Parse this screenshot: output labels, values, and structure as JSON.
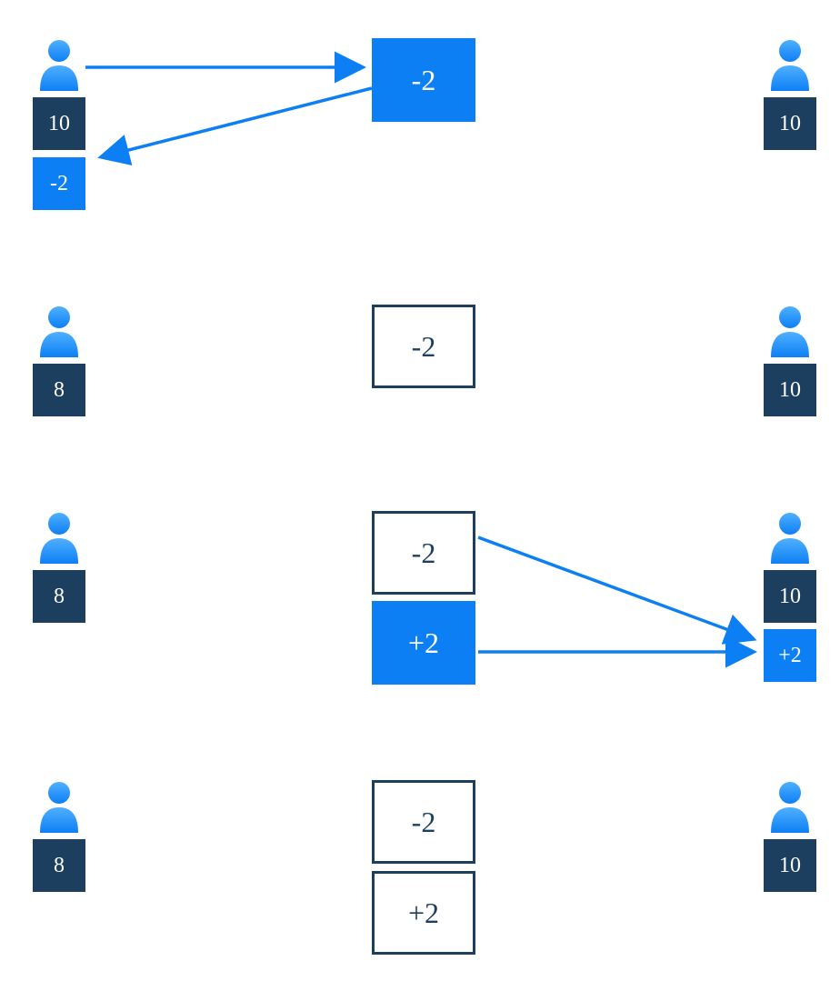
{
  "colors": {
    "accent": "#0d7ff5",
    "dark": "#1c3f5f",
    "background": "#ffffff"
  },
  "icons": {
    "person": "person-icon"
  },
  "rows": [
    {
      "left_balance": "10",
      "left_delta": "-2",
      "ops": [
        {
          "label": "-2",
          "style": "filled"
        }
      ],
      "right_balance": "10"
    },
    {
      "left_balance": "8",
      "ops": [
        {
          "label": "-2",
          "style": "outline"
        }
      ],
      "right_balance": "10"
    },
    {
      "left_balance": "8",
      "ops": [
        {
          "label": "-2",
          "style": "outline"
        },
        {
          "label": "+2",
          "style": "filled"
        }
      ],
      "right_balance": "10",
      "right_delta": "+2"
    },
    {
      "left_balance": "8",
      "ops": [
        {
          "label": "-2",
          "style": "outline"
        },
        {
          "label": "+2",
          "style": "outline"
        }
      ],
      "right_balance": "10"
    }
  ]
}
